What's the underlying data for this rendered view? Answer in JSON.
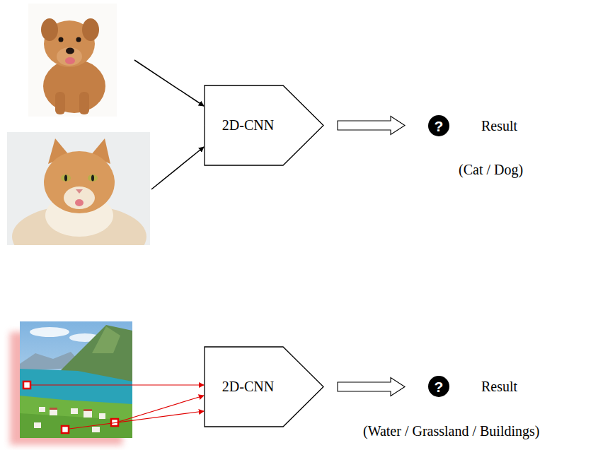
{
  "diagram": {
    "nodes": [
      {
        "text": [
          "2D-CNN"
        ]
      },
      {
        "text": [
          "?"
        ]
      },
      {
        "text": [
          "2D-CNN"
        ]
      },
      {
        "text": [
          "?"
        ]
      }
    ],
    "edges": [
      {
        "from": 0,
        "to": 1,
        "arrow": "to"
      },
      {
        "from": 2,
        "to": 3,
        "arrow": "to"
      }
    ],
    "labels": [
      "Result",
      "(Cat / Dog)",
      "Result",
      "(Water / Grassland / Buildings)"
    ]
  }
}
